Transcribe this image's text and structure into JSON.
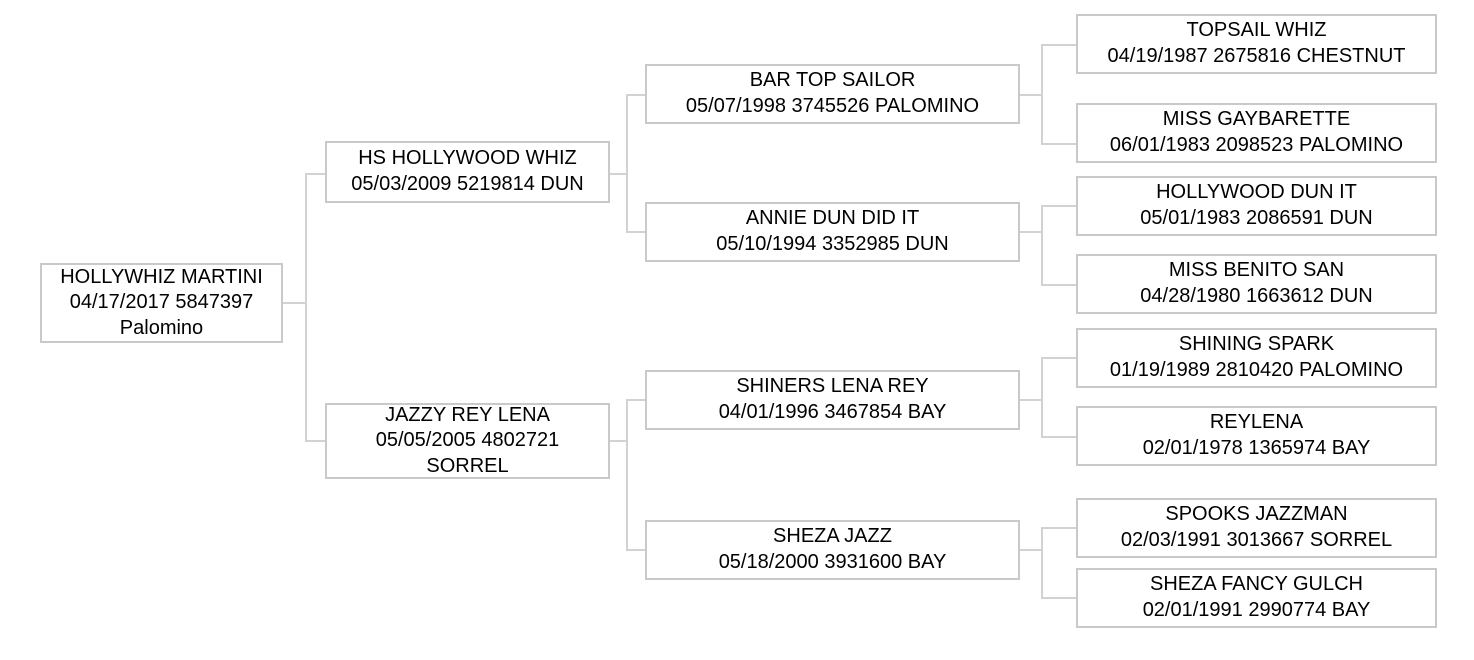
{
  "chart": {
    "type": "pedigree-tree",
    "orientation": "left-to-right",
    "generations": 4,
    "node_count": 15,
    "colors": {
      "background": "#ffffff",
      "box_border": "#c9c9c9",
      "connector": "#d2d2d2",
      "text": "#000000"
    }
  },
  "nodes": {
    "root": {
      "name": "HOLLYWHIZ MARTINI",
      "detail": "04/17/2017 5847397",
      "color": "Palomino"
    },
    "sire": {
      "name": "HS HOLLYWOOD WHIZ",
      "detail": "05/03/2009 5219814 DUN",
      "color": ""
    },
    "dam": {
      "name": "JAZZY REY LENA",
      "detail": "05/05/2005 4802721",
      "color": "SORREL"
    },
    "sire_sire": {
      "name": "BAR TOP SAILOR",
      "detail": "05/07/1998 3745526 PALOMINO",
      "color": ""
    },
    "sire_dam": {
      "name": "ANNIE DUN DID IT",
      "detail": "05/10/1994 3352985 DUN",
      "color": ""
    },
    "dam_sire": {
      "name": "SHINERS LENA REY",
      "detail": "04/01/1996 3467854 BAY",
      "color": ""
    },
    "dam_dam": {
      "name": "SHEZA JAZZ",
      "detail": "05/18/2000 3931600 BAY",
      "color": ""
    },
    "ss_sire": {
      "name": "TOPSAIL WHIZ",
      "detail": "04/19/1987 2675816 CHESTNUT",
      "color": ""
    },
    "ss_dam": {
      "name": "MISS GAYBARETTE",
      "detail": "06/01/1983 2098523 PALOMINO",
      "color": ""
    },
    "sd_sire": {
      "name": "HOLLYWOOD DUN IT",
      "detail": "05/01/1983 2086591 DUN",
      "color": ""
    },
    "sd_dam": {
      "name": "MISS BENITO SAN",
      "detail": "04/28/1980 1663612 DUN",
      "color": ""
    },
    "ds_sire": {
      "name": "SHINING SPARK",
      "detail": "01/19/1989 2810420 PALOMINO",
      "color": ""
    },
    "ds_dam": {
      "name": "REYLENA",
      "detail": "02/01/1978 1365974 BAY",
      "color": ""
    },
    "dd_sire": {
      "name": "SPOOKS JAZZMAN",
      "detail": "02/03/1991 3013667 SORREL",
      "color": ""
    },
    "dd_dam": {
      "name": "SHEZA FANCY GULCH",
      "detail": "02/01/1991 2990774 BAY",
      "color": ""
    }
  }
}
